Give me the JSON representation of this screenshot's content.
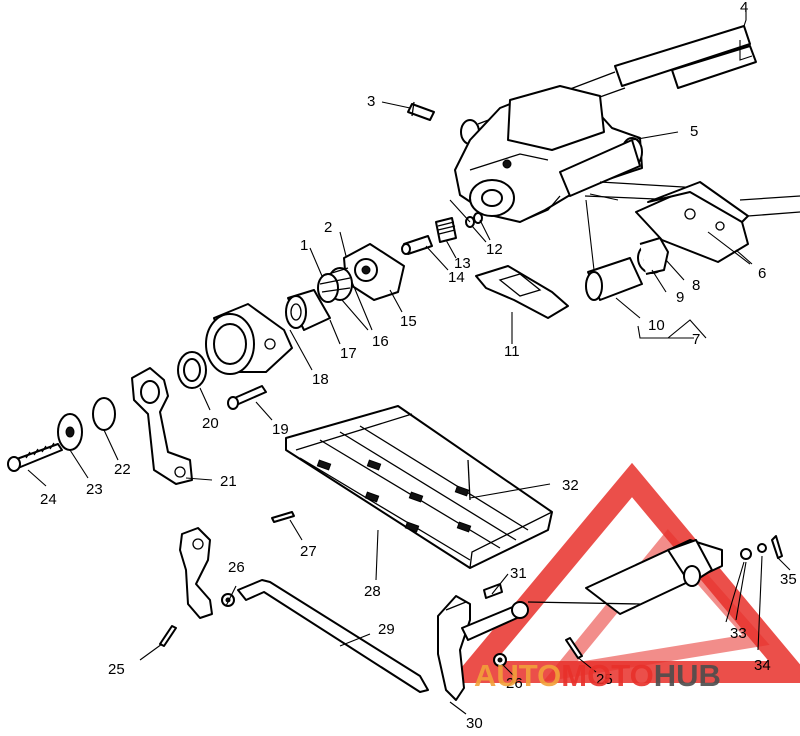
{
  "callouts": [
    {
      "number": "1"
    },
    {
      "number": "2"
    },
    {
      "number": "3"
    },
    {
      "number": "4"
    },
    {
      "number": "5"
    },
    {
      "number": "6"
    },
    {
      "number": "7"
    },
    {
      "number": "8"
    },
    {
      "number": "9"
    },
    {
      "number": "10"
    },
    {
      "number": "11"
    },
    {
      "number": "12"
    },
    {
      "number": "13"
    },
    {
      "number": "14"
    },
    {
      "number": "15"
    },
    {
      "number": "16"
    },
    {
      "number": "17"
    },
    {
      "number": "18"
    },
    {
      "number": "19"
    },
    {
      "number": "20"
    },
    {
      "number": "21"
    },
    {
      "number": "22"
    },
    {
      "number": "23"
    },
    {
      "number": "24"
    },
    {
      "number": "25"
    },
    {
      "number": "25"
    },
    {
      "number": "26"
    },
    {
      "number": "26"
    },
    {
      "number": "27"
    },
    {
      "number": "28"
    },
    {
      "number": "29"
    },
    {
      "number": "30"
    },
    {
      "number": "31"
    },
    {
      "number": "32"
    },
    {
      "number": "33"
    },
    {
      "number": "34"
    },
    {
      "number": "35"
    }
  ],
  "watermark": {
    "part1": "AUTO",
    "part2": "MOTO",
    "part3": "HUB",
    "color_red": "#e8302a",
    "color_orange": "#f2a13a",
    "color_gray": "#4d4d4d"
  }
}
